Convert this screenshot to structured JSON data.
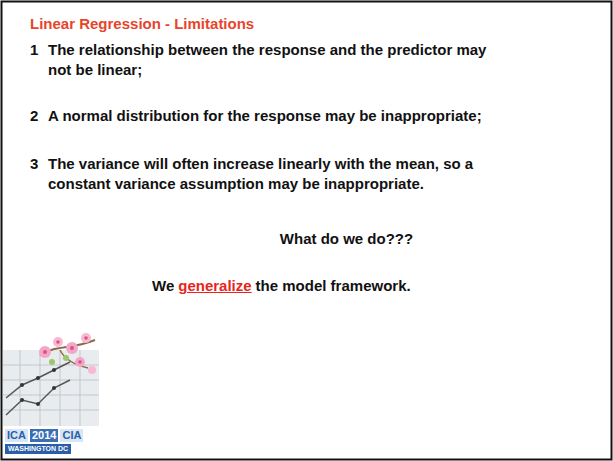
{
  "diagram": {
    "title": "Linear Regression - Limitations",
    "labels": [
      "1",
      "The relationship between the response and the predictor may not be linear;",
      "2",
      "A normal distribution for the response may be inappropriate;",
      "3",
      "The variance will often increase linearly with the mean, so a constant variance assumption may be inappropriate.",
      "What do we do???",
      "We",
      "generalize",
      "the model framework.",
      "ICA",
      "2014",
      "CIA",
      "WASHINGTON DC"
    ]
  }
}
